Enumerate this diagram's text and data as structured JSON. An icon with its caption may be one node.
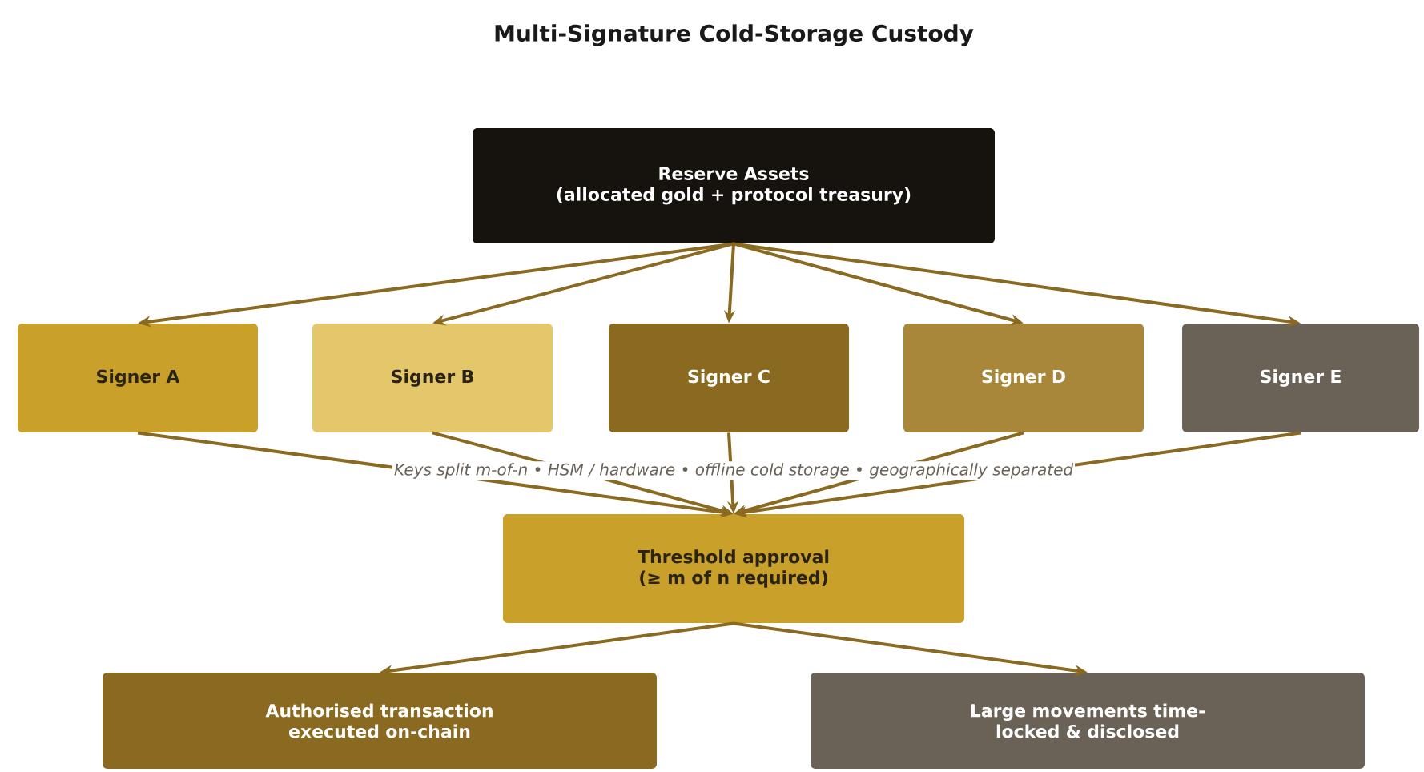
{
  "diagram": {
    "title": "Multi-Signature Cold-Storage Custody",
    "nodes": [
      {
        "text": [
          "Reserve Assets",
          "(allocated gold + protocol treasury)"
        ]
      },
      {
        "text": [
          "Signer A"
        ]
      },
      {
        "text": [
          "Signer B"
        ]
      },
      {
        "text": [
          "Signer C"
        ]
      },
      {
        "text": [
          "Signer D"
        ]
      },
      {
        "text": [
          "Signer E"
        ]
      },
      {
        "text": [
          "Threshold approval",
          "(≥ m of n required)"
        ]
      },
      {
        "text": [
          "Authorised transaction executed on-chain"
        ]
      },
      {
        "text": [
          "Large movements time-locked & disclosed"
        ]
      }
    ],
    "edges": [
      {
        "from": 0,
        "to": 1,
        "arrow": "to"
      },
      {
        "from": 0,
        "to": 2,
        "arrow": "to"
      },
      {
        "from": 0,
        "to": 3,
        "arrow": "to"
      },
      {
        "from": 0,
        "to": 4,
        "arrow": "to"
      },
      {
        "from": 0,
        "to": 5,
        "arrow": "to"
      },
      {
        "from": 1,
        "to": 6,
        "arrow": "to"
      },
      {
        "from": 2,
        "to": 6,
        "arrow": "to"
      },
      {
        "from": 3,
        "to": 6,
        "arrow": "to"
      },
      {
        "from": 4,
        "to": 6,
        "arrow": "to"
      },
      {
        "from": 5,
        "to": 6,
        "arrow": "to"
      },
      {
        "from": 6,
        "to": 7,
        "arrow": "to"
      },
      {
        "from": 6,
        "to": 8,
        "arrow": "to"
      }
    ],
    "labels": [
      "Keys split m-of-n  •  HSM / hardware  •  offline cold storage  •  geographically separated"
    ]
  }
}
